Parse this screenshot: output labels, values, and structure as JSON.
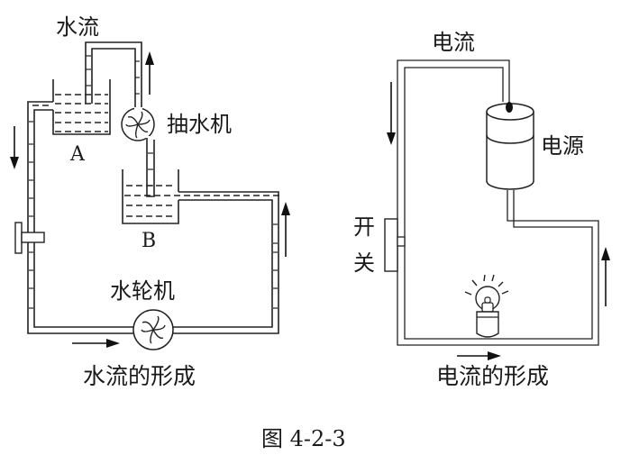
{
  "figure": {
    "caption": "图 4-2-3"
  },
  "water_diagram": {
    "flow_label": "水流",
    "pump_label": "抽水机",
    "turbine_label": "水轮机",
    "container_a_label": "A",
    "container_b_label": "B",
    "title": "水流的形成",
    "icons": [
      "pump-fan-icon",
      "turbine-fan-icon",
      "valve-icon",
      "flow-arrow-down",
      "flow-arrow-up",
      "flow-arrow-right"
    ]
  },
  "circuit_diagram": {
    "current_label": "电流",
    "power_source_label": "电源",
    "switch_label_top": "开",
    "switch_label_bottom": "关",
    "title": "电流的形成",
    "icons": [
      "battery-icon",
      "light-bulb-icon",
      "switch-icon",
      "current-arrow-down",
      "current-arrow-up",
      "current-arrow-right"
    ]
  }
}
